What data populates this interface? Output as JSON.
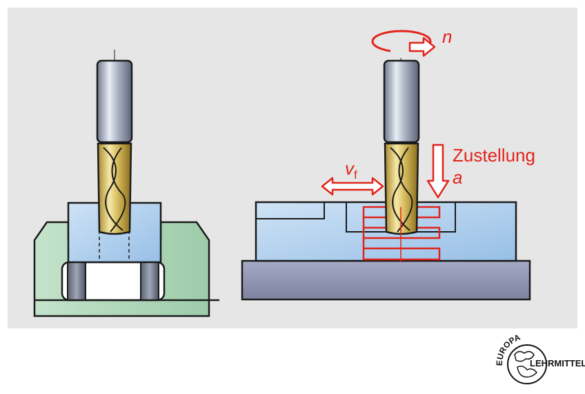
{
  "labels": {
    "rotation": "n",
    "feed_velocity": "v",
    "feed_velocity_subscript": "f",
    "infeed": "Zustellung",
    "infeed_symbol": "a"
  },
  "logo": {
    "top": "EUROPA",
    "right": "LEHRMITTEL"
  },
  "colors": {
    "panel": "#e6e6e6",
    "annotation": "#e2231a",
    "workpiece": "#b7d4ee",
    "fixture": "#a9d3b4",
    "table": "#8d93b0",
    "tool_shank": "#9aa3b5",
    "tool_flutes": "#d9c16a"
  },
  "icons": [
    "rotation-arrow-icon",
    "double-arrow-icon",
    "down-arrow-icon",
    "europa-lehrmittel-logo"
  ]
}
